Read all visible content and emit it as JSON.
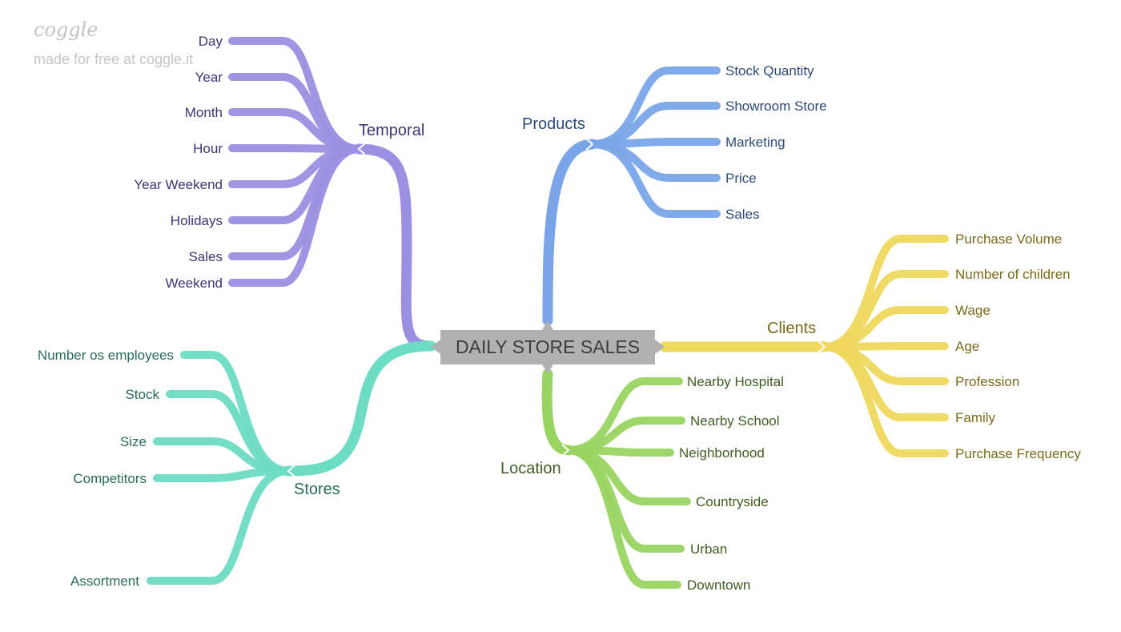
{
  "watermark": {
    "logo": "coggle",
    "text": "made for free at coggle.it"
  },
  "center": {
    "label": "DAILY STORE SALES",
    "color": "#b1b1b1"
  },
  "branches": [
    {
      "id": "temporal",
      "label": "Temporal",
      "color": "#9b8fe2",
      "text_color": "#3c3675",
      "leaves": [
        "Day",
        "Year",
        "Month",
        "Hour",
        "Year Weekend",
        "Holidays",
        "Sales",
        "Weekend"
      ]
    },
    {
      "id": "products",
      "label": "Products",
      "color": "#79a5e8",
      "text_color": "#2d4a7a",
      "leaves": [
        "Stock Quantity",
        "Showroom Store",
        "Marketing",
        "Price",
        "Sales"
      ]
    },
    {
      "id": "clients",
      "label": "Clients",
      "color": "#efd85e",
      "text_color": "#7a6a1c",
      "leaves": [
        "Purchase Volume",
        "Number of children",
        "Wage",
        "Age",
        "Profession",
        "Family",
        "Purchase Frequency"
      ]
    },
    {
      "id": "location",
      "label": "Location",
      "color": "#99d462",
      "text_color": "#3f5e23",
      "leaves": [
        "Nearby Hospital",
        "Nearby School",
        "Neighborhood",
        "Countryside",
        "Urban",
        "Downtown"
      ]
    },
    {
      "id": "stores",
      "label": "Stores",
      "color": "#6cdcc2",
      "text_color": "#2a6b5b",
      "leaves": [
        "Number os employees",
        "Stock",
        "Size",
        "Competitors",
        "Assortment"
      ]
    }
  ]
}
